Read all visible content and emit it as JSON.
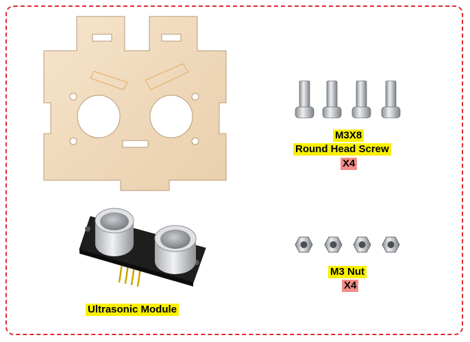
{
  "parts": {
    "screw": {
      "size": "M3X8",
      "name": "Round Head Screw",
      "quantity": "X4"
    },
    "nut": {
      "name": "M3 Nut",
      "quantity": "X4"
    },
    "sensor": {
      "name": "Ultrasonic Module"
    }
  },
  "colors": {
    "border": "#e0282c",
    "label_highlight": "#f8f000",
    "quantity_highlight": "#f28c86",
    "wood": "#f1dcc0"
  }
}
